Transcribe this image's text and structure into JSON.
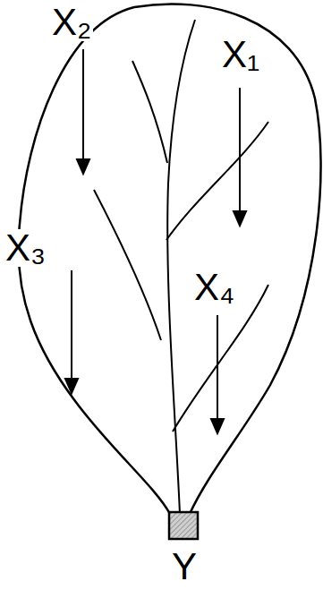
{
  "diagram": {
    "labels": [
      "X₂",
      "X₁",
      "X₃",
      "X₄",
      "Y"
    ]
  }
}
